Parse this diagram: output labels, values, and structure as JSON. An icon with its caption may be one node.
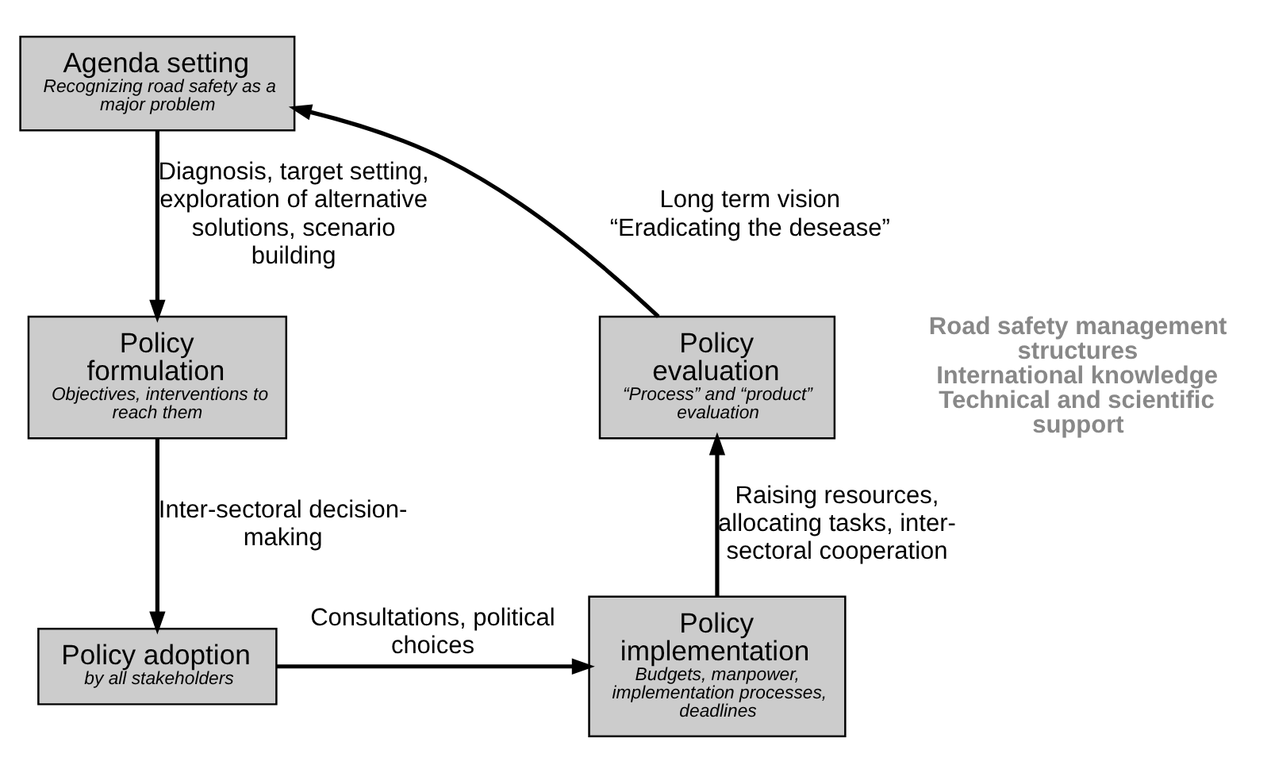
{
  "diagram": {
    "nodes": [
      {
        "text": [
          "Agenda setting",
          "Recognizing road safety as a major problem"
        ]
      },
      {
        "text": [
          "Policy formulation",
          "Objectives, interventions to reach them"
        ]
      },
      {
        "text": [
          "Policy adoption",
          "by all stakeholders"
        ]
      },
      {
        "text": [
          "Policy implementation",
          "Budgets, manpower, implementation processes, deadlines"
        ]
      },
      {
        "text": [
          "Policy evaluation",
          "“Process” and “product” evaluation"
        ]
      }
    ],
    "edges": [
      {
        "from": 0,
        "to": 1,
        "arrow": "to",
        "label": "Diagnosis, target setting, exploration of alternative solutions, scenario building"
      },
      {
        "from": 1,
        "to": 2,
        "arrow": "to",
        "label": "Inter-sectoral decision-making"
      },
      {
        "from": 2,
        "to": 3,
        "arrow": "to",
        "label": "Consultations, political choices"
      },
      {
        "from": 3,
        "to": 4,
        "arrow": "to",
        "label": "Raising resources, allocating tasks, inter-sectoral cooperation"
      },
      {
        "from": 4,
        "to": 0,
        "arrow": "to",
        "label": "Long term vision “Eradicating the desease”"
      }
    ],
    "labels": [
      "Road safety management structures",
      "International knowledge",
      "Technical and scientific support"
    ]
  }
}
